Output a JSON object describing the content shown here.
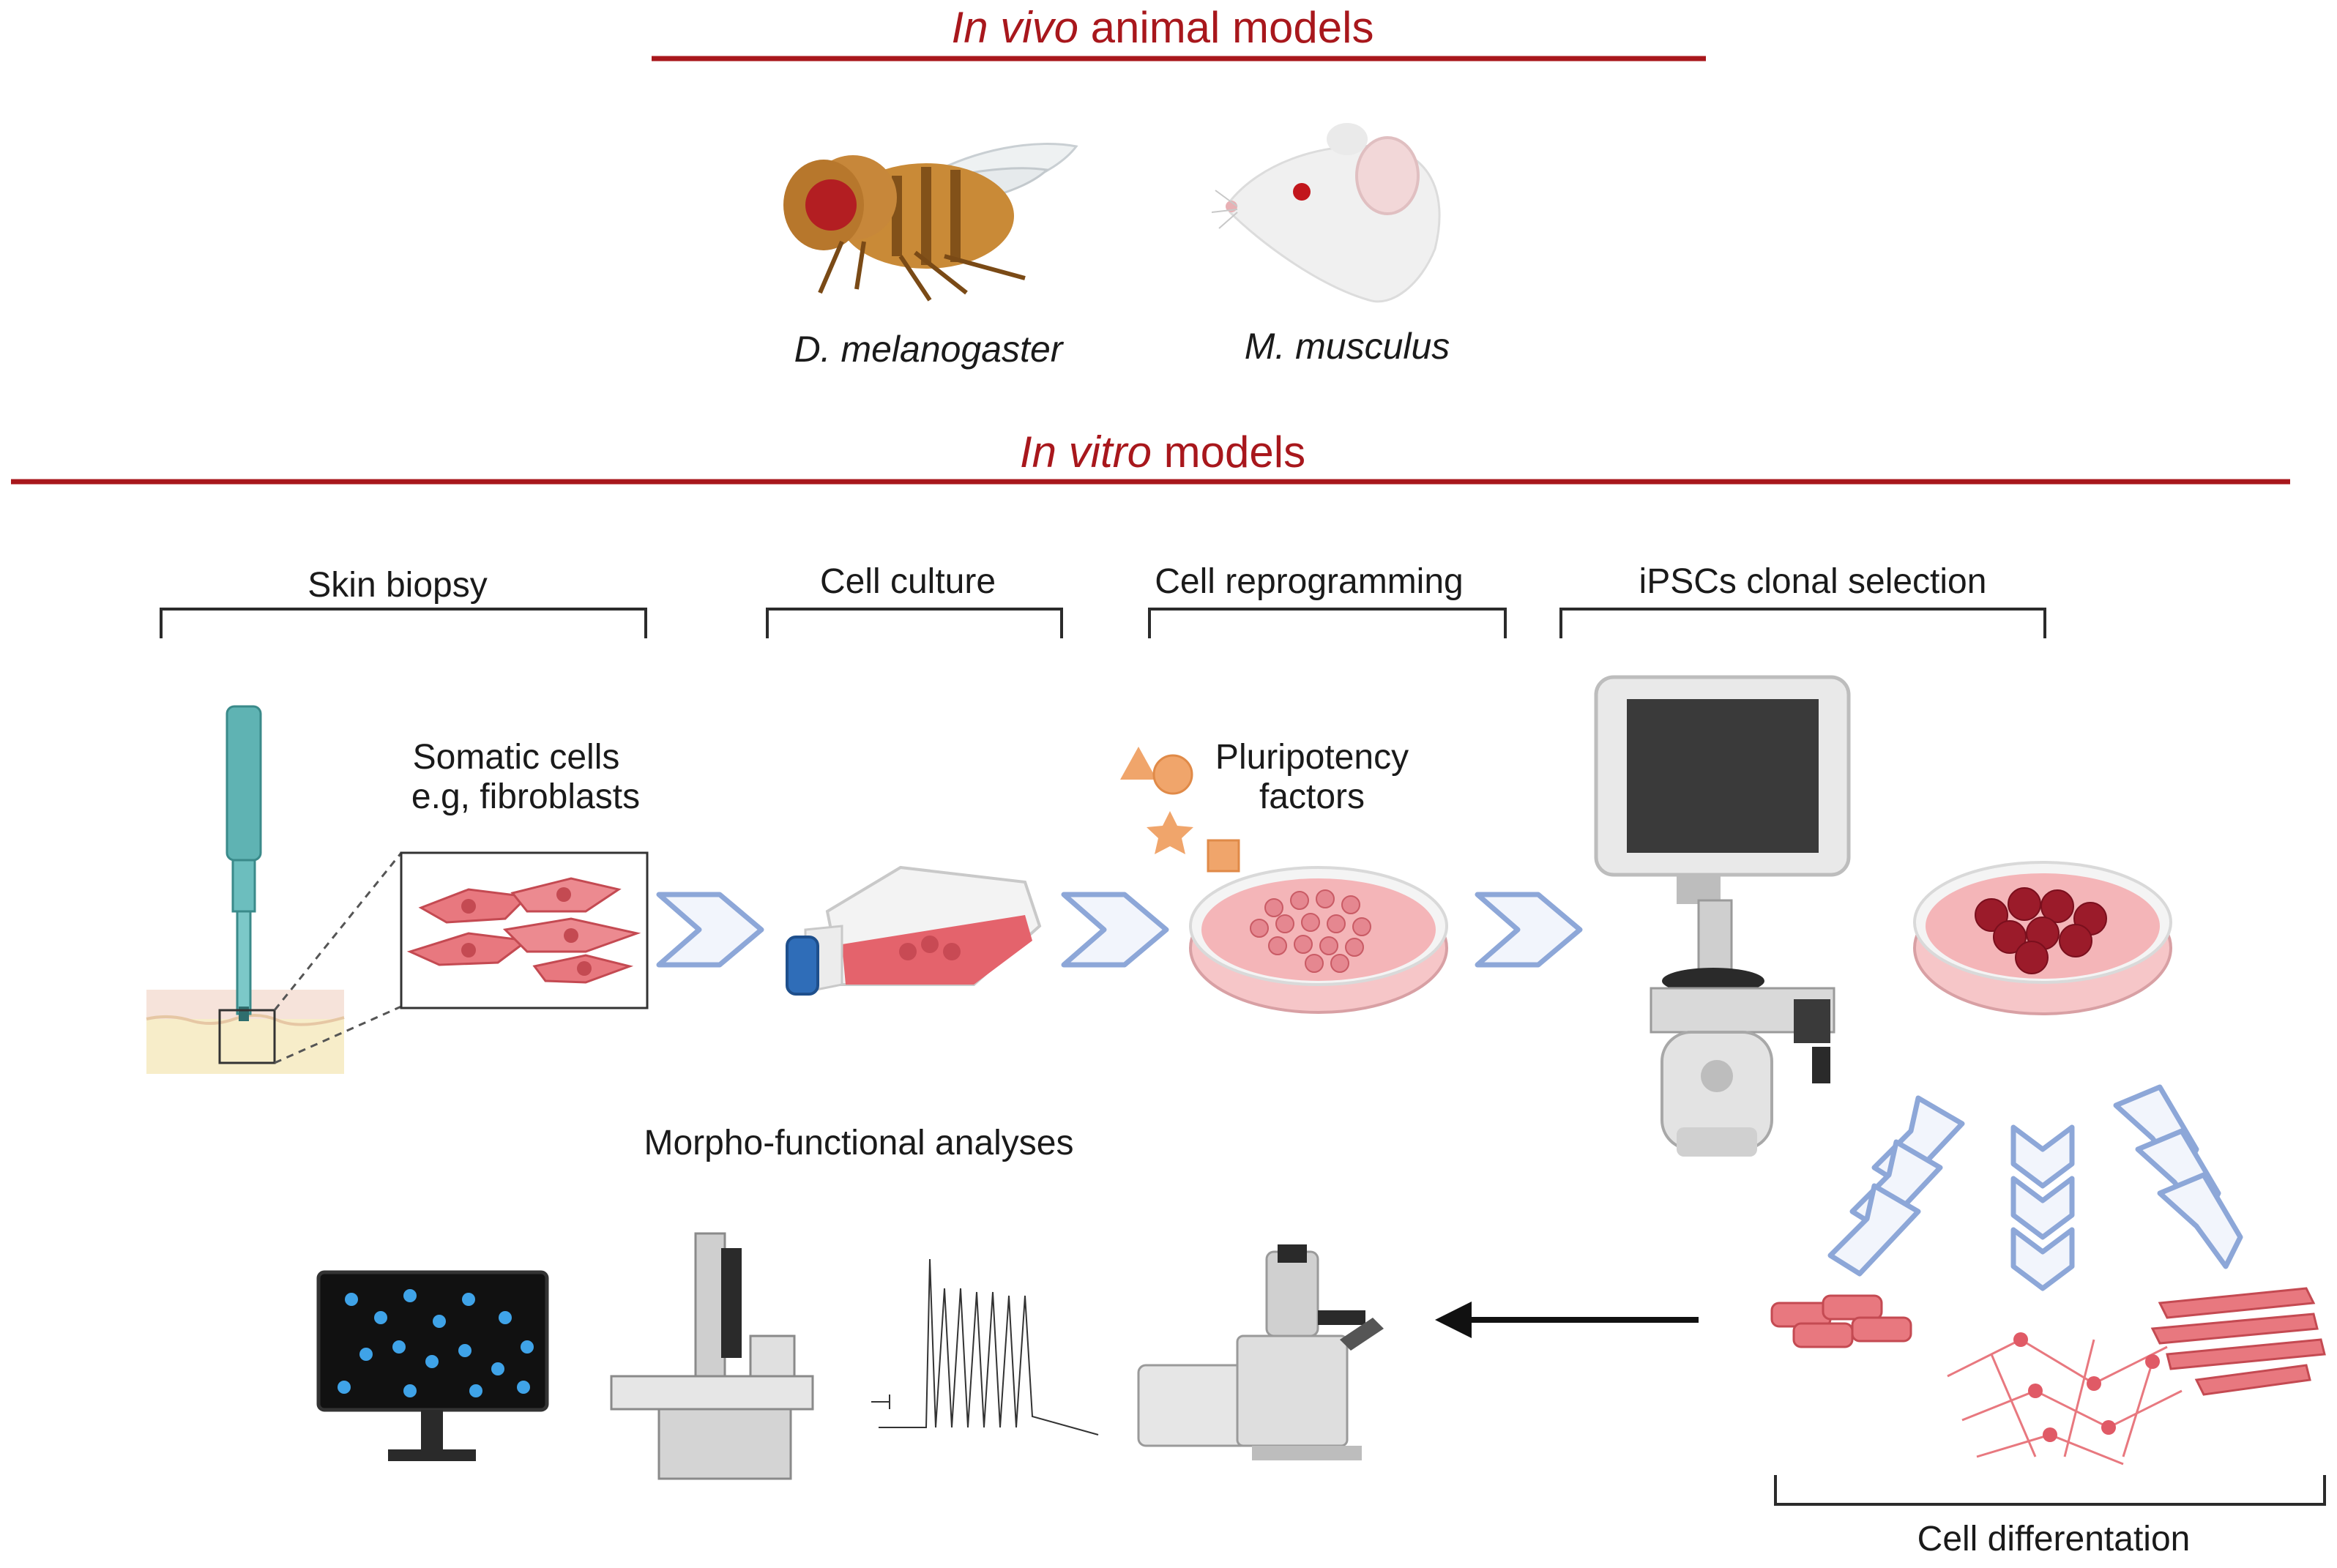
{
  "headings": {
    "in_vivo": {
      "italic": "In vivo",
      "rest": " animal models"
    },
    "in_vitro": {
      "italic": "In vitro",
      "rest": " models"
    }
  },
  "organisms": {
    "fly": "D. melanogaster",
    "mouse": "M. musculus"
  },
  "steps": {
    "skin_biopsy": "Skin biopsy",
    "cell_culture": "Cell culture",
    "cell_reprogramming": "Cell reprogramming",
    "ipsc_selection": "iPSCs clonal selection"
  },
  "labels": {
    "somatic_line1": "Somatic cells",
    "somatic_line2": "e.g, fibroblasts",
    "pluri_line1": "Pluripotency",
    "pluri_line2": "factors",
    "morpho": "Morpho-functional analyses",
    "differentiation": "Cell differentation"
  },
  "colors": {
    "heading_red": "#a8171c",
    "chevron_stroke": "#8da7d8",
    "cell_pink": "#e8787f",
    "colony_dark": "#9b1b2a",
    "factor_orange": "#f0a56b"
  }
}
